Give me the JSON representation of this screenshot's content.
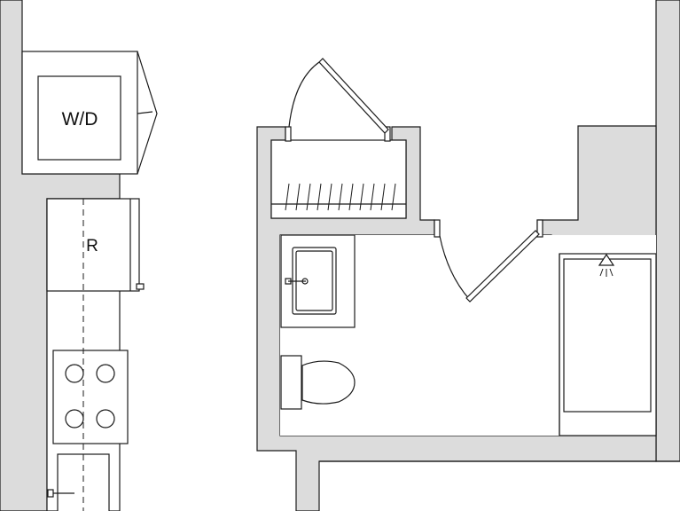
{
  "colors": {
    "wall_fill": "#dcdcdc",
    "line": "#1a1a1a",
    "background": "#ffffff"
  },
  "labels": {
    "washer_dryer": "W/D",
    "refrigerator": "R"
  },
  "fixtures": {
    "washer_dryer": "washer-dryer-unit",
    "refrigerator": "refrigerator",
    "cooktop": "four-burner-cooktop",
    "oven": "oven",
    "closet": "closet-with-hanging-rod",
    "vanity": "vanity-with-sink",
    "toilet": "toilet",
    "shower": "shower-with-head"
  }
}
